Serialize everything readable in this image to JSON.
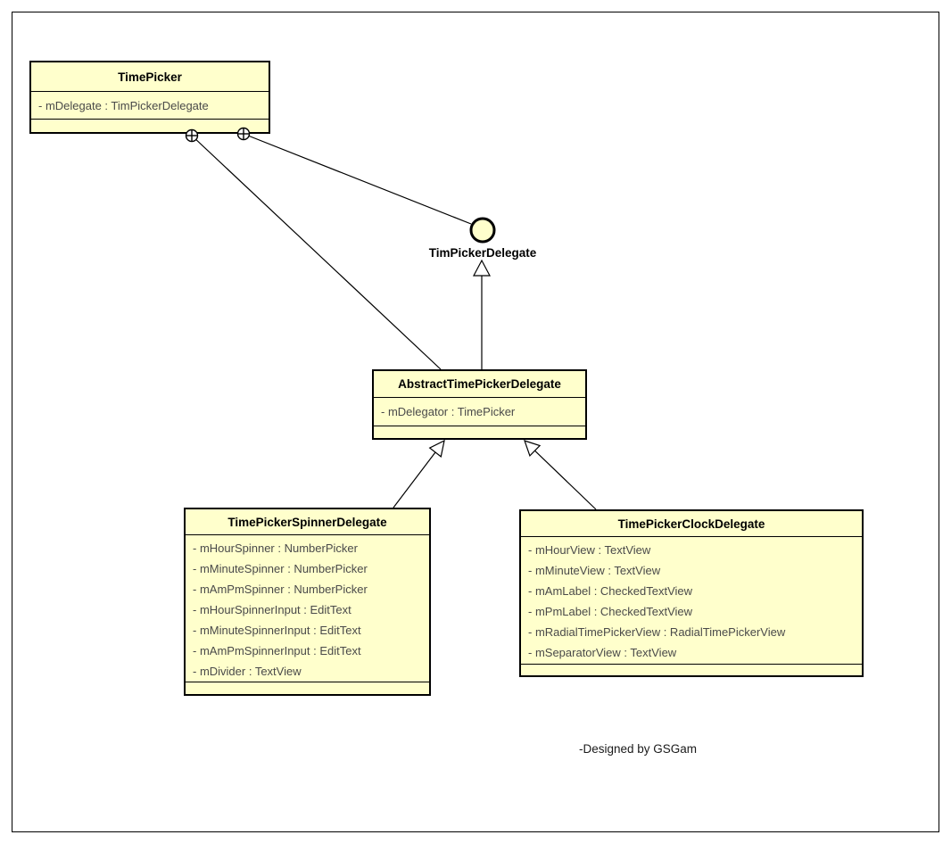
{
  "diagram": {
    "note": "-Designed by GSGam",
    "interface": {
      "label": "TimPickerDelegate"
    },
    "colors": {
      "class_fill": "#FFFFCC",
      "class_border": "#000000",
      "attribute_text": "#4A4A4A",
      "background": "#FFFFFF"
    },
    "classes": [
      {
        "name": "TimePicker",
        "attributes": [
          "- mDelegate : TimPickerDelegate"
        ]
      },
      {
        "name": "AbstractTimePickerDelegate",
        "attributes": [
          "- mDelegator : TimePicker"
        ]
      },
      {
        "name": "TimePickerSpinnerDelegate",
        "attributes": [
          "- mHourSpinner : NumberPicker",
          "- mMinuteSpinner : NumberPicker",
          "- mAmPmSpinner : NumberPicker",
          "- mHourSpinnerInput : EditText",
          "- mMinuteSpinnerInput : EditText",
          "- mAmPmSpinnerInput : EditText",
          "- mDivider : TextView"
        ]
      },
      {
        "name": "TimePickerClockDelegate",
        "attributes": [
          "- mHourView : TextView",
          "- mMinuteView : TextView",
          "- mAmLabel : CheckedTextView",
          "- mPmLabel : CheckedTextView",
          "- mRadialTimePickerView : RadialTimePickerView",
          "- mSeparatorView : TextView"
        ]
      }
    ]
  }
}
